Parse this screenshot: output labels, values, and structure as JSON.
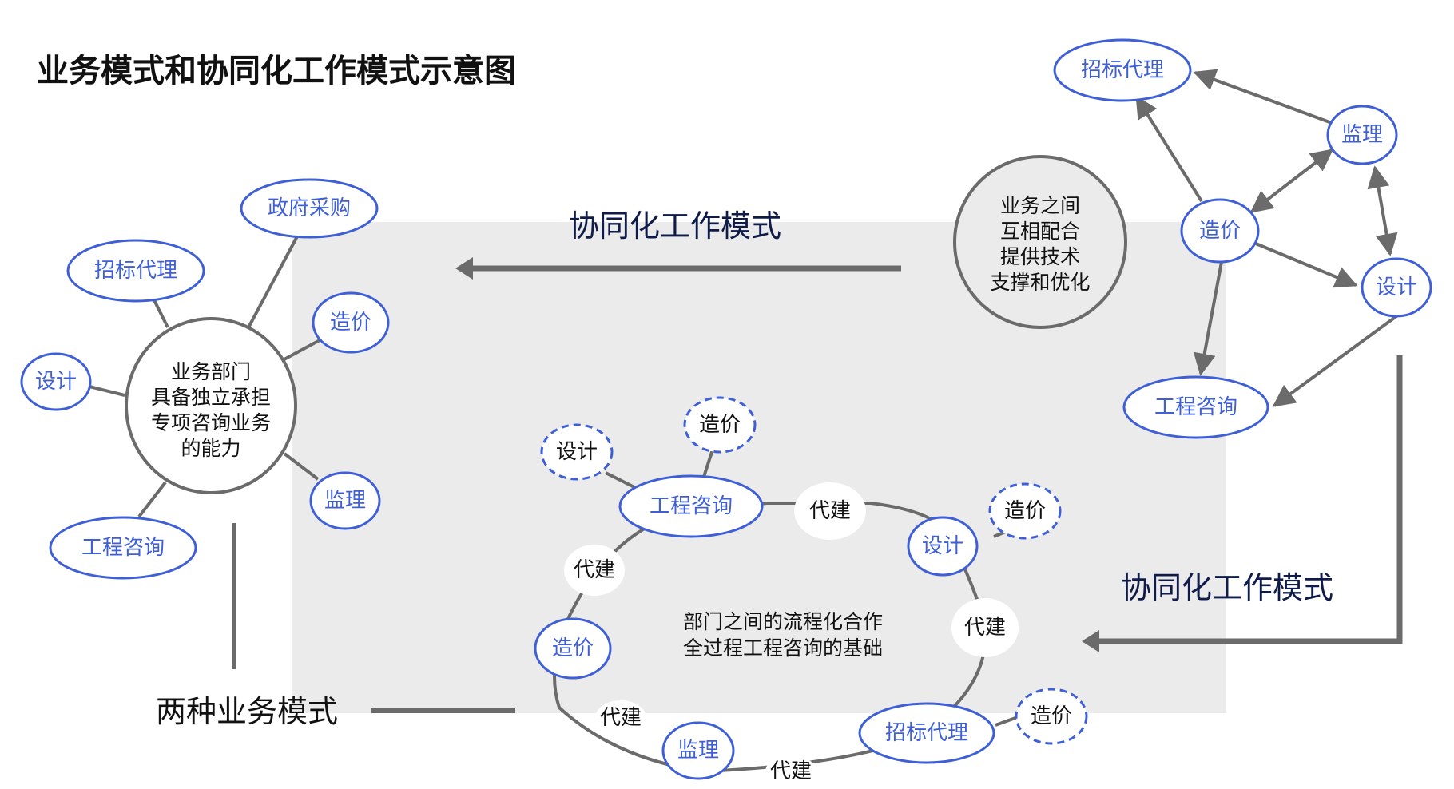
{
  "title": "业务模式和协同化工作模式示意图",
  "labels": {
    "collab_top": "协同化工作模式",
    "collab_right": "协同化工作模式",
    "two_modes": "两种业务模式"
  },
  "left_hub": {
    "center": "业务部门\n具备独立承担\n专项咨询业务\n的能力",
    "spokes": [
      "政府采购",
      "招标代理",
      "造价",
      "设计",
      "监理",
      "工程咨询"
    ]
  },
  "top_right_network": {
    "center": "业务之间\n互相配合\n提供技术\n支撑和优化",
    "nodes": [
      "招标代理",
      "监理",
      "造价",
      "设计",
      "工程咨询"
    ]
  },
  "process_loop": {
    "center": "部门之间的流程化合作\n全过程工程咨询的基础",
    "departments": [
      "工程咨询",
      "设计",
      "招标代理",
      "监理",
      "造价"
    ],
    "agent_label": "代建",
    "dashed_nodes": [
      "设计",
      "造价",
      "造价",
      "造价"
    ]
  },
  "colors": {
    "node_blue": "#3f5fd6",
    "line_gray": "#6b6b6b",
    "panel_gray": "#ebebeb",
    "label_navy": "#0f1c4a"
  }
}
